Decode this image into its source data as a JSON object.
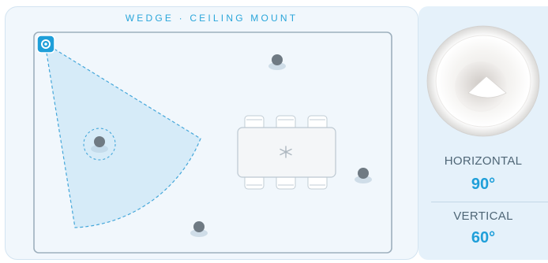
{
  "main_title": "WEDGE · CEILING MOUNT",
  "room": {
    "table_icon": "snowflake-icon",
    "selected_device_icon": "camera-lens-icon"
  },
  "properties": {
    "horizontal_label": "HORIZONTAL",
    "horizontal_value": "90°",
    "vertical_label": "VERTICAL",
    "vertical_value": "60°"
  },
  "colors": {
    "accent": "#1f9fd9",
    "coverage_fill": "#d6ebf8",
    "panel_bg": "#f1f7fc",
    "side_bg": "#e5f1fa"
  }
}
